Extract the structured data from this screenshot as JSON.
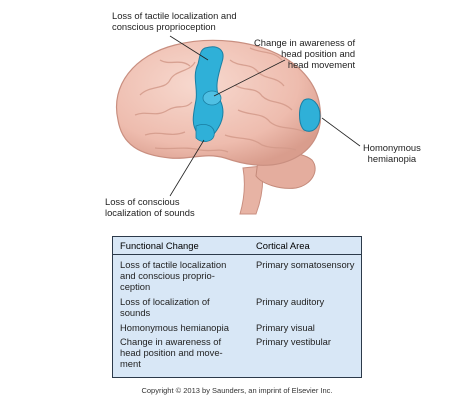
{
  "diagram": {
    "callouts": {
      "tactile": "Loss of tactile localization and\nconscious proprioception",
      "vestibular": "Change in awareness of\nhead position and\nhead movement",
      "hemianopia": "Homonymous\nhemianopia",
      "sounds": "Loss of conscious\nlocalization of sounds"
    },
    "colors": {
      "brain": "#f2c8bc",
      "brain_shade": "#dca394",
      "highlight": "#2fb0d8",
      "table_bg": "#d8e7f6"
    }
  },
  "table": {
    "headers": [
      "Functional Change",
      "Cortical Area"
    ],
    "rows": [
      {
        "change": "Loss of tactile localization\nand conscious proprio-\nception",
        "area": "Primary somatosensory"
      },
      {
        "change": "Loss of localization of\nsounds",
        "area": "Primary auditory"
      },
      {
        "change": "Homonymous hemianopia",
        "area": "Primary visual"
      },
      {
        "change": "Change in awareness of\nhead position and move-\nment",
        "area": "Primary vestibular"
      }
    ]
  },
  "footer": {
    "copyright": "Copyright © 2013 by Saunders, an imprint of Elsevier Inc."
  }
}
